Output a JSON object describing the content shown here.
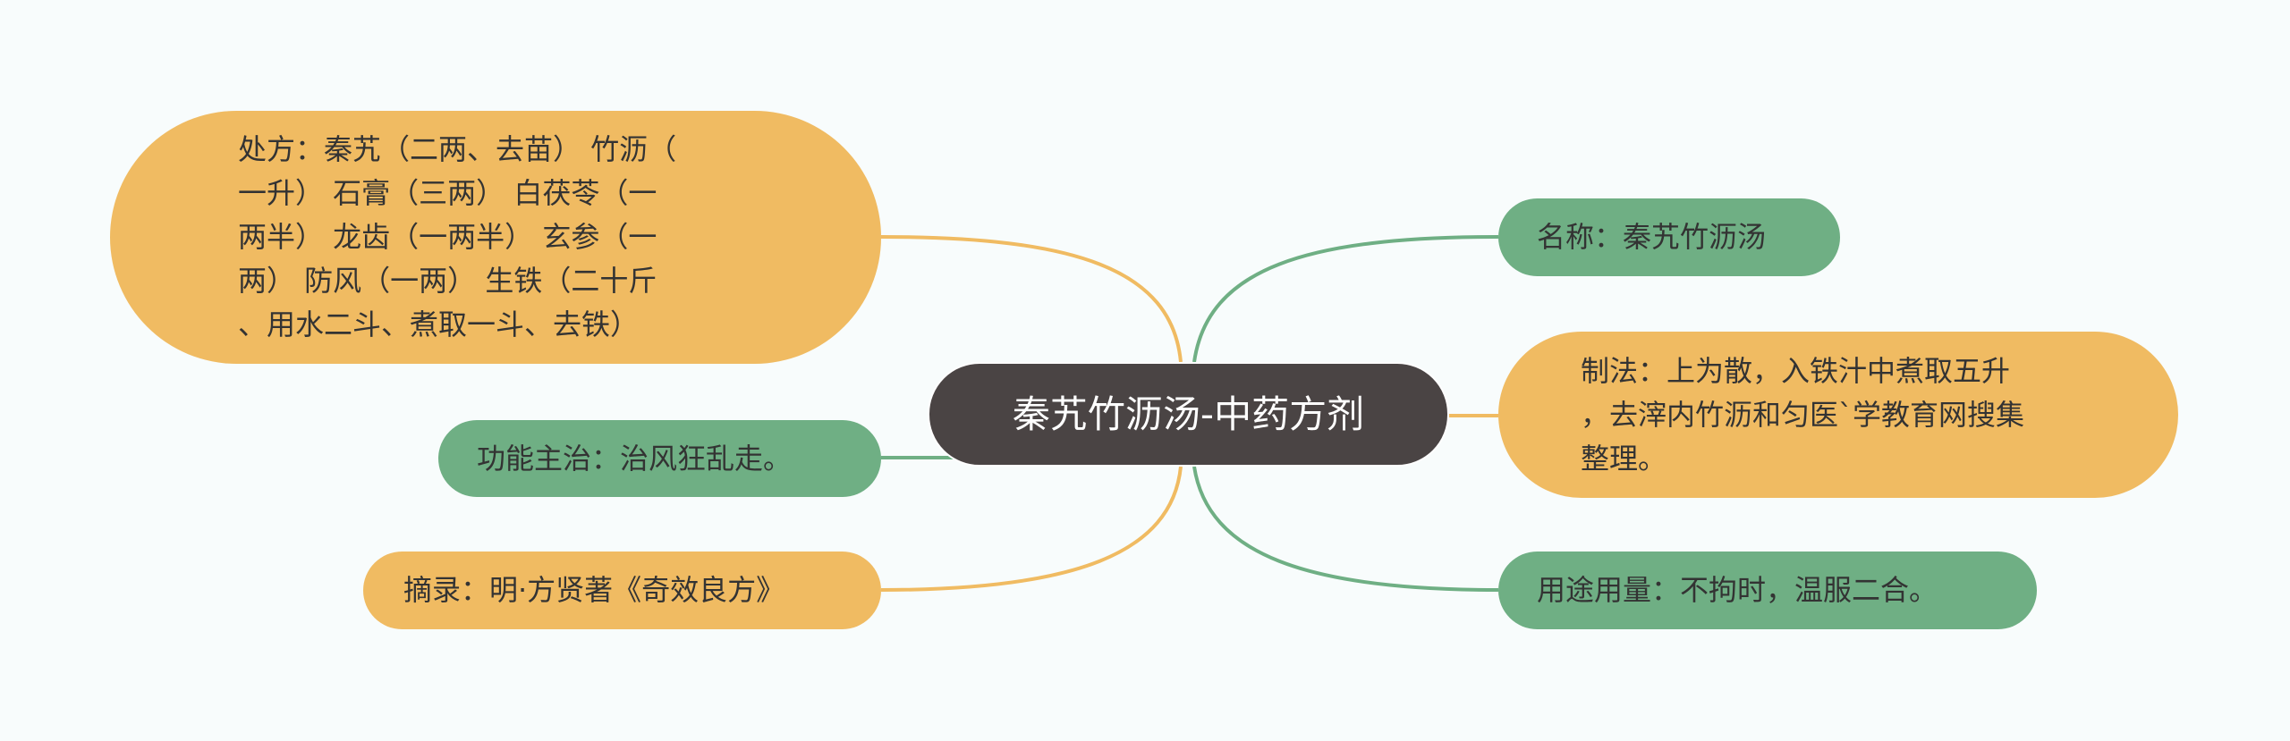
{
  "center": {
    "label": "秦艽竹沥汤-中药方剂"
  },
  "colors": {
    "orange": "#f0bb62",
    "green": "#6faf84",
    "center": "#4a4444",
    "background": "#f8fcfc"
  },
  "left": [
    {
      "id": "prescription",
      "text": "处方：秦艽（二两、去苗） 竹沥（\n一升） 石膏（三两） 白茯苓（一\n两半） 龙齿（一两半） 玄参（一\n两） 防风（一两） 生铁（二十斤\n、用水二斗、煮取一斗、去铁）",
      "color": "orange"
    },
    {
      "id": "function",
      "text": "功能主治：治风狂乱走。",
      "color": "green"
    },
    {
      "id": "source",
      "text": "摘录：明·方贤著《奇效良方》",
      "color": "orange"
    }
  ],
  "right": [
    {
      "id": "name",
      "text": "名称：秦艽竹沥汤",
      "color": "green"
    },
    {
      "id": "method",
      "text": "制法：上为散，入铁汁中煮取五升\n，去滓内竹沥和匀医`学教育网搜集\n整理。",
      "color": "orange"
    },
    {
      "id": "usage",
      "text": "用途用量：不拘时，温服二合。",
      "color": "green"
    }
  ]
}
